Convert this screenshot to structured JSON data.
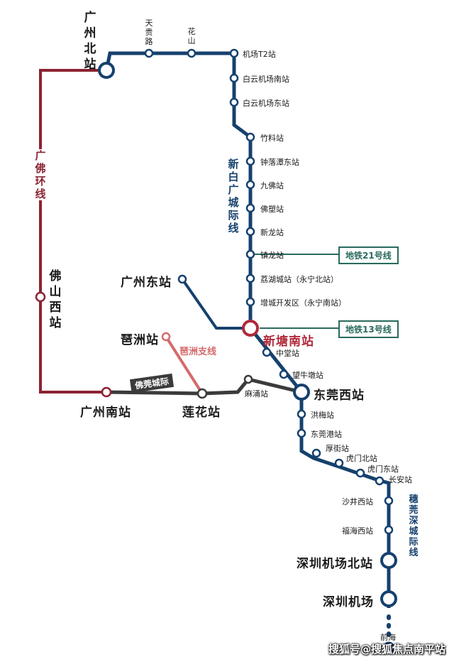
{
  "lines": {
    "guangfo_ring": {
      "name": "广佛环线",
      "color": "#8b2331"
    },
    "xinbai_guang": {
      "name": "新白广城际线",
      "color": "#15416e"
    },
    "foguan": {
      "name": "佛莞城际",
      "color": "#3b3b3b"
    },
    "pazhou_branch": {
      "name": "琶洲支线",
      "color": "#d46b6b"
    },
    "suiguan_shen": {
      "name": "穗莞深城际线",
      "color": "#15416e"
    }
  },
  "badges": {
    "metro21": "地铁21号线",
    "metro13": "地铁13号线",
    "badge_color": "#2a6a5e"
  },
  "stations": {
    "guangzhou_north": "广州北站",
    "tiangui_lu": "天贵路",
    "huashan": "花山",
    "airport_t2": "机场T2站",
    "baiyun_airport_south": "白云机场南站",
    "baiyun_airport_east": "白云机场东站",
    "zhuliao": "竹料站",
    "zhongluotan_east": "钟落潭东站",
    "jiufo": "九佛站",
    "fosu": "佛塑站",
    "xinlong": "新龙站",
    "zhenlong": "镇龙站",
    "lihu_cheng": "荔湖城站（永宁北站）",
    "zengcheng_kaifaqu": "增城开发区（永宁南站）",
    "guangzhou_east": "广州东站",
    "xintang_south": "新塘南站",
    "pazhou": "琶洲站",
    "zhongtang": "中堂站",
    "wangniudun": "望牛墩站",
    "dongguan_west": "东莞西站",
    "foshan_west": "佛山西站",
    "guangzhou_south": "广州南站",
    "lianhua": "莲花站",
    "machong": "麻涌站",
    "hongmei": "洪梅站",
    "dongguan_gang": "东莞港站",
    "houjie": "厚街站",
    "humen_north": "虎门北站",
    "humen_east": "虎门东站",
    "changan": "长安站",
    "shajing_west": "沙井西站",
    "fuhai_west": "福海西站",
    "shenzhen_airport_north": "深圳机场北站",
    "shenzhen_airport": "深圳机场",
    "qianhai": "前海"
  },
  "watermark": "搜狐号@搜狐焦点南平站"
}
